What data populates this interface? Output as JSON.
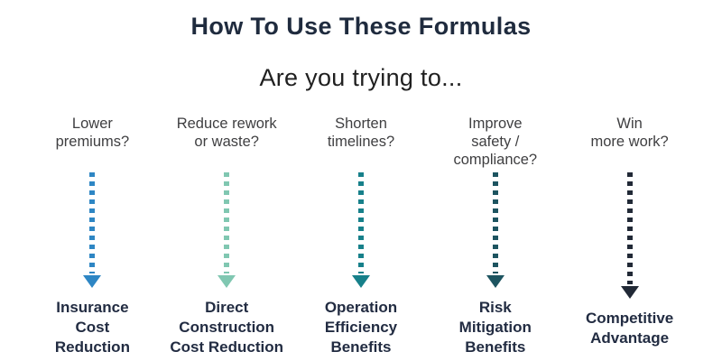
{
  "title": "How To Use These Formulas",
  "subtitle": "Are you trying to...",
  "colors": {
    "title_navy": "#1f2b3e",
    "question_gray": "#3f3f41",
    "outcome_navy": "#222c42"
  },
  "columns": [
    {
      "question": "Lower\npremiums?",
      "label": "Insurance\nCost\nReduction",
      "arrow_color": "#2e86c4"
    },
    {
      "question": "Reduce rework\nor waste?",
      "label": "Direct\nConstruction\nCost Reduction",
      "arrow_color": "#80c7b1"
    },
    {
      "question": "Shorten\ntimelines?",
      "label": "Operation\nEfficiency\nBenefits",
      "arrow_color": "#17808a"
    },
    {
      "question": "Improve\nsafety /\ncompliance?",
      "label": "Risk\nMitigation\nBenefits",
      "arrow_color": "#1d5460"
    },
    {
      "question": "Win\nmore work?",
      "label": "Competitive\nAdvantage",
      "arrow_color": "#212936"
    }
  ]
}
